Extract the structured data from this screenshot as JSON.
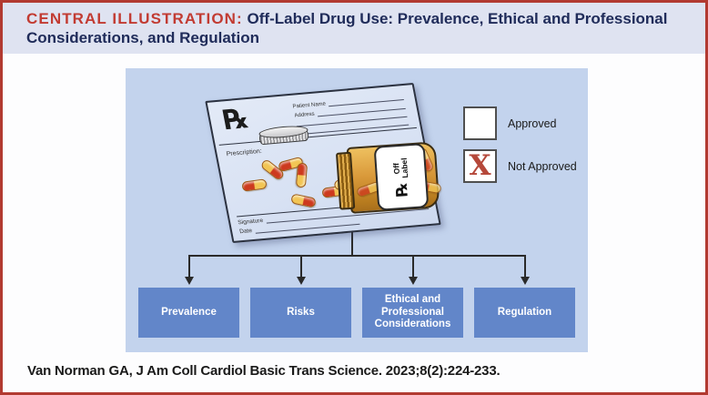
{
  "colors": {
    "border_red": "#b23a31",
    "header_band": "#dfe3f1",
    "label_red": "#c23b32",
    "title_navy": "#202c5a",
    "panel_blue": "#c3d3ed",
    "flow_box_blue": "#6286c9",
    "bottle_amber": "#d9993a",
    "pill_red": "#cd3a1e",
    "pill_yellow": "#f2c554",
    "not_approved_x": "#b5483a"
  },
  "header": {
    "label": "CENTRAL ILLUSTRATION:",
    "title": " Off-Label Drug Use: Prevalence, Ethical and Professional Considerations, and Regulation"
  },
  "illustration": {
    "prescription_pad": {
      "rx_symbol": "℞",
      "patient_name_label": "Patient Name",
      "address_label": "Address",
      "prescription_label": "Prescription:",
      "signature_label": "Signature",
      "date_label": "Date"
    },
    "pill_bottle": {
      "rx_symbol": "℞",
      "label_line1": "Off",
      "label_line2": "Label"
    },
    "legend": [
      {
        "symbol": "",
        "label": "Approved"
      },
      {
        "symbol": "X",
        "label": "Not Approved"
      }
    ],
    "flow_boxes": [
      {
        "label": "Prevalence"
      },
      {
        "label": "Risks"
      },
      {
        "label": "Ethical and Professional Considerations"
      },
      {
        "label": "Regulation"
      }
    ]
  },
  "citation": {
    "text": "Van Norman GA, J Am Coll Cardiol Basic Trans Science. 2023;8(2):224-233."
  }
}
